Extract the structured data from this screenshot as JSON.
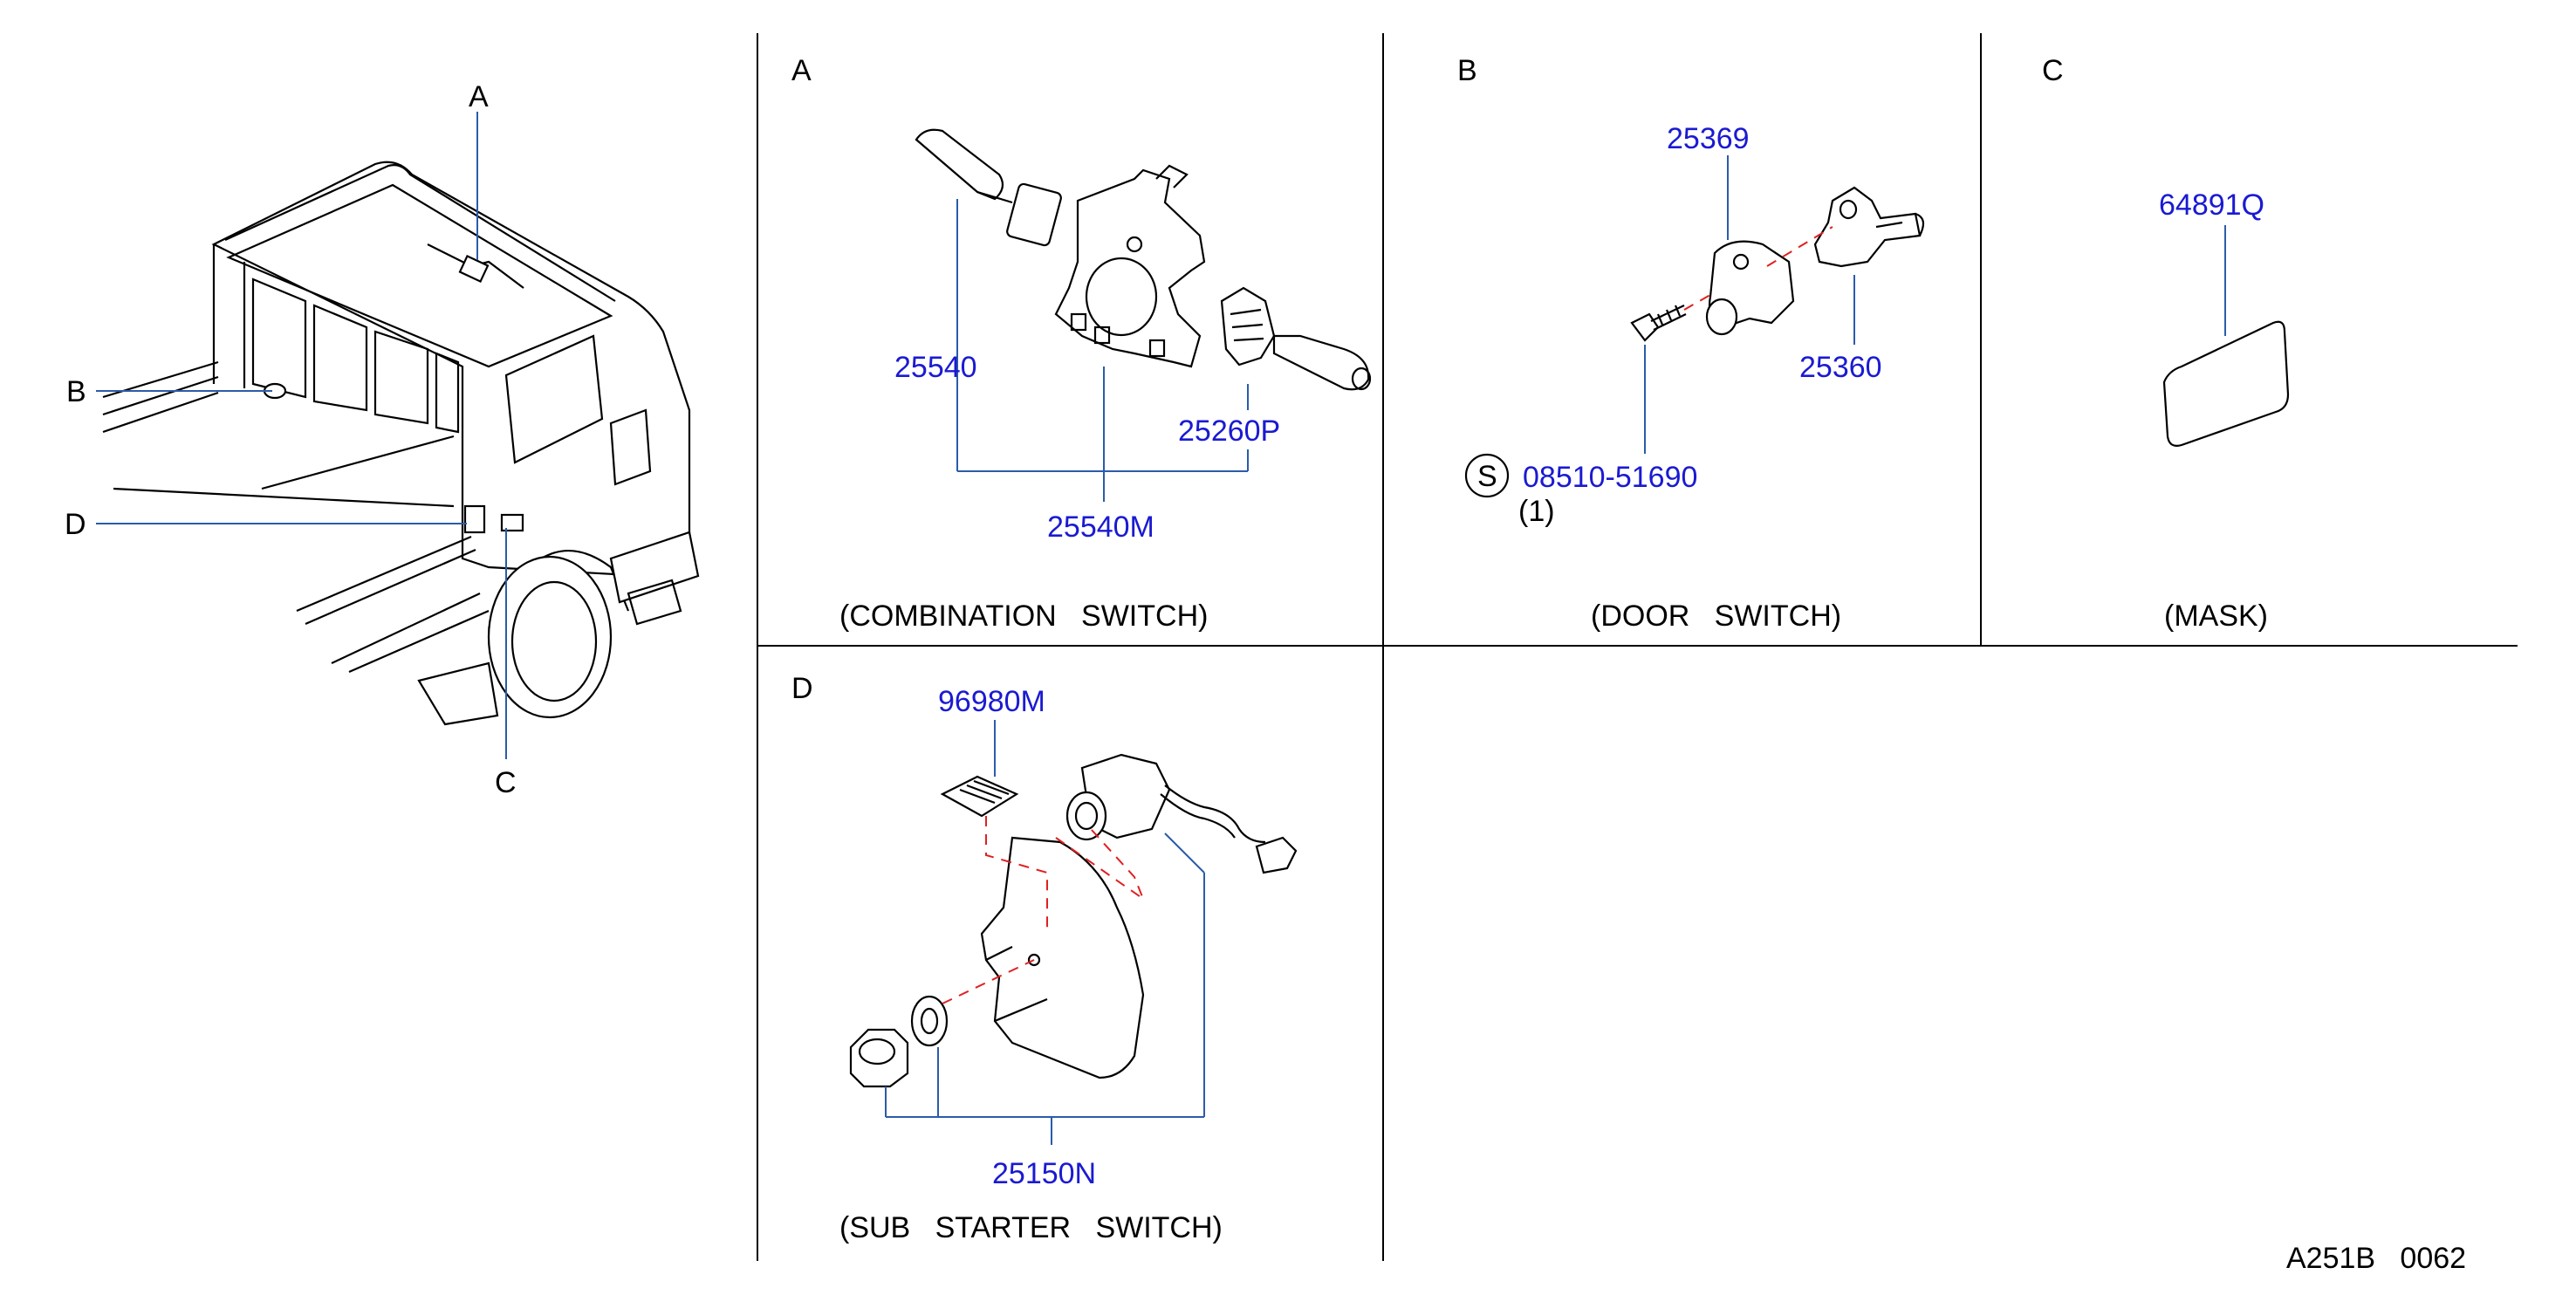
{
  "overview": {
    "callouts": {
      "a": "A",
      "b": "B",
      "c": "C",
      "d": "D"
    }
  },
  "panels": {
    "a": {
      "letter": "A",
      "caption": "(COMBINATION   SWITCH)",
      "parts": [
        "25540",
        "25540M",
        "25260P"
      ]
    },
    "b": {
      "letter": "B",
      "caption": "(DOOR   SWITCH)",
      "parts": [
        "25369",
        "25360",
        "08510-51690"
      ],
      "std_symbol": "S",
      "qty": "(1)"
    },
    "c": {
      "letter": "C",
      "caption": "(MASK)",
      "parts": [
        "64891Q"
      ]
    },
    "d": {
      "letter": "D",
      "caption": "(SUB   STARTER   SWITCH)",
      "parts": [
        "96980M",
        "25150N"
      ]
    }
  },
  "footer": {
    "code": "A251B   0062"
  },
  "colors": {
    "part_number": "#1a1ad2",
    "leader": "#2a5caa",
    "dashed_guide": "#e02020"
  }
}
